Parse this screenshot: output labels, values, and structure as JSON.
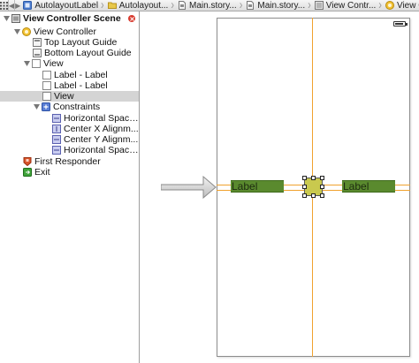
{
  "jumpbar": {
    "crumbs": [
      {
        "label": "AutolayoutLabel",
        "icon": "project-icon"
      },
      {
        "label": "Autolayout...",
        "icon": "folder-icon"
      },
      {
        "label": "Main.story...",
        "icon": "storyboard-file-icon"
      },
      {
        "label": "Main.story...",
        "icon": "storyboard-file-icon"
      },
      {
        "label": "View Contr...",
        "icon": "scene-icon"
      },
      {
        "label": "View Contr",
        "icon": "view-controller-icon"
      }
    ]
  },
  "outline": {
    "scene": "View Controller Scene",
    "view_controller": "View Controller",
    "top_layout_guide": "Top Layout Guide",
    "bottom_layout_guide": "Bottom Layout Guide",
    "view": "View",
    "label1": "Label - Label",
    "label2": "Label - Label",
    "subview": "View",
    "constraints": "Constraints",
    "constraint1": "Horizontal Space...",
    "constraint2": "Center X Alignm...",
    "constraint3": "Center Y Alignm...",
    "constraint4": "Horizontal Space...",
    "first_responder": "First Responder",
    "exit": "Exit"
  },
  "canvas": {
    "label_left": "Label",
    "label_right": "Label"
  },
  "colors": {
    "guide": "#f0a22e",
    "label_fill": "#5a8a2e",
    "view_fill": "#c9c94e",
    "selection": "#d4d4d4"
  }
}
